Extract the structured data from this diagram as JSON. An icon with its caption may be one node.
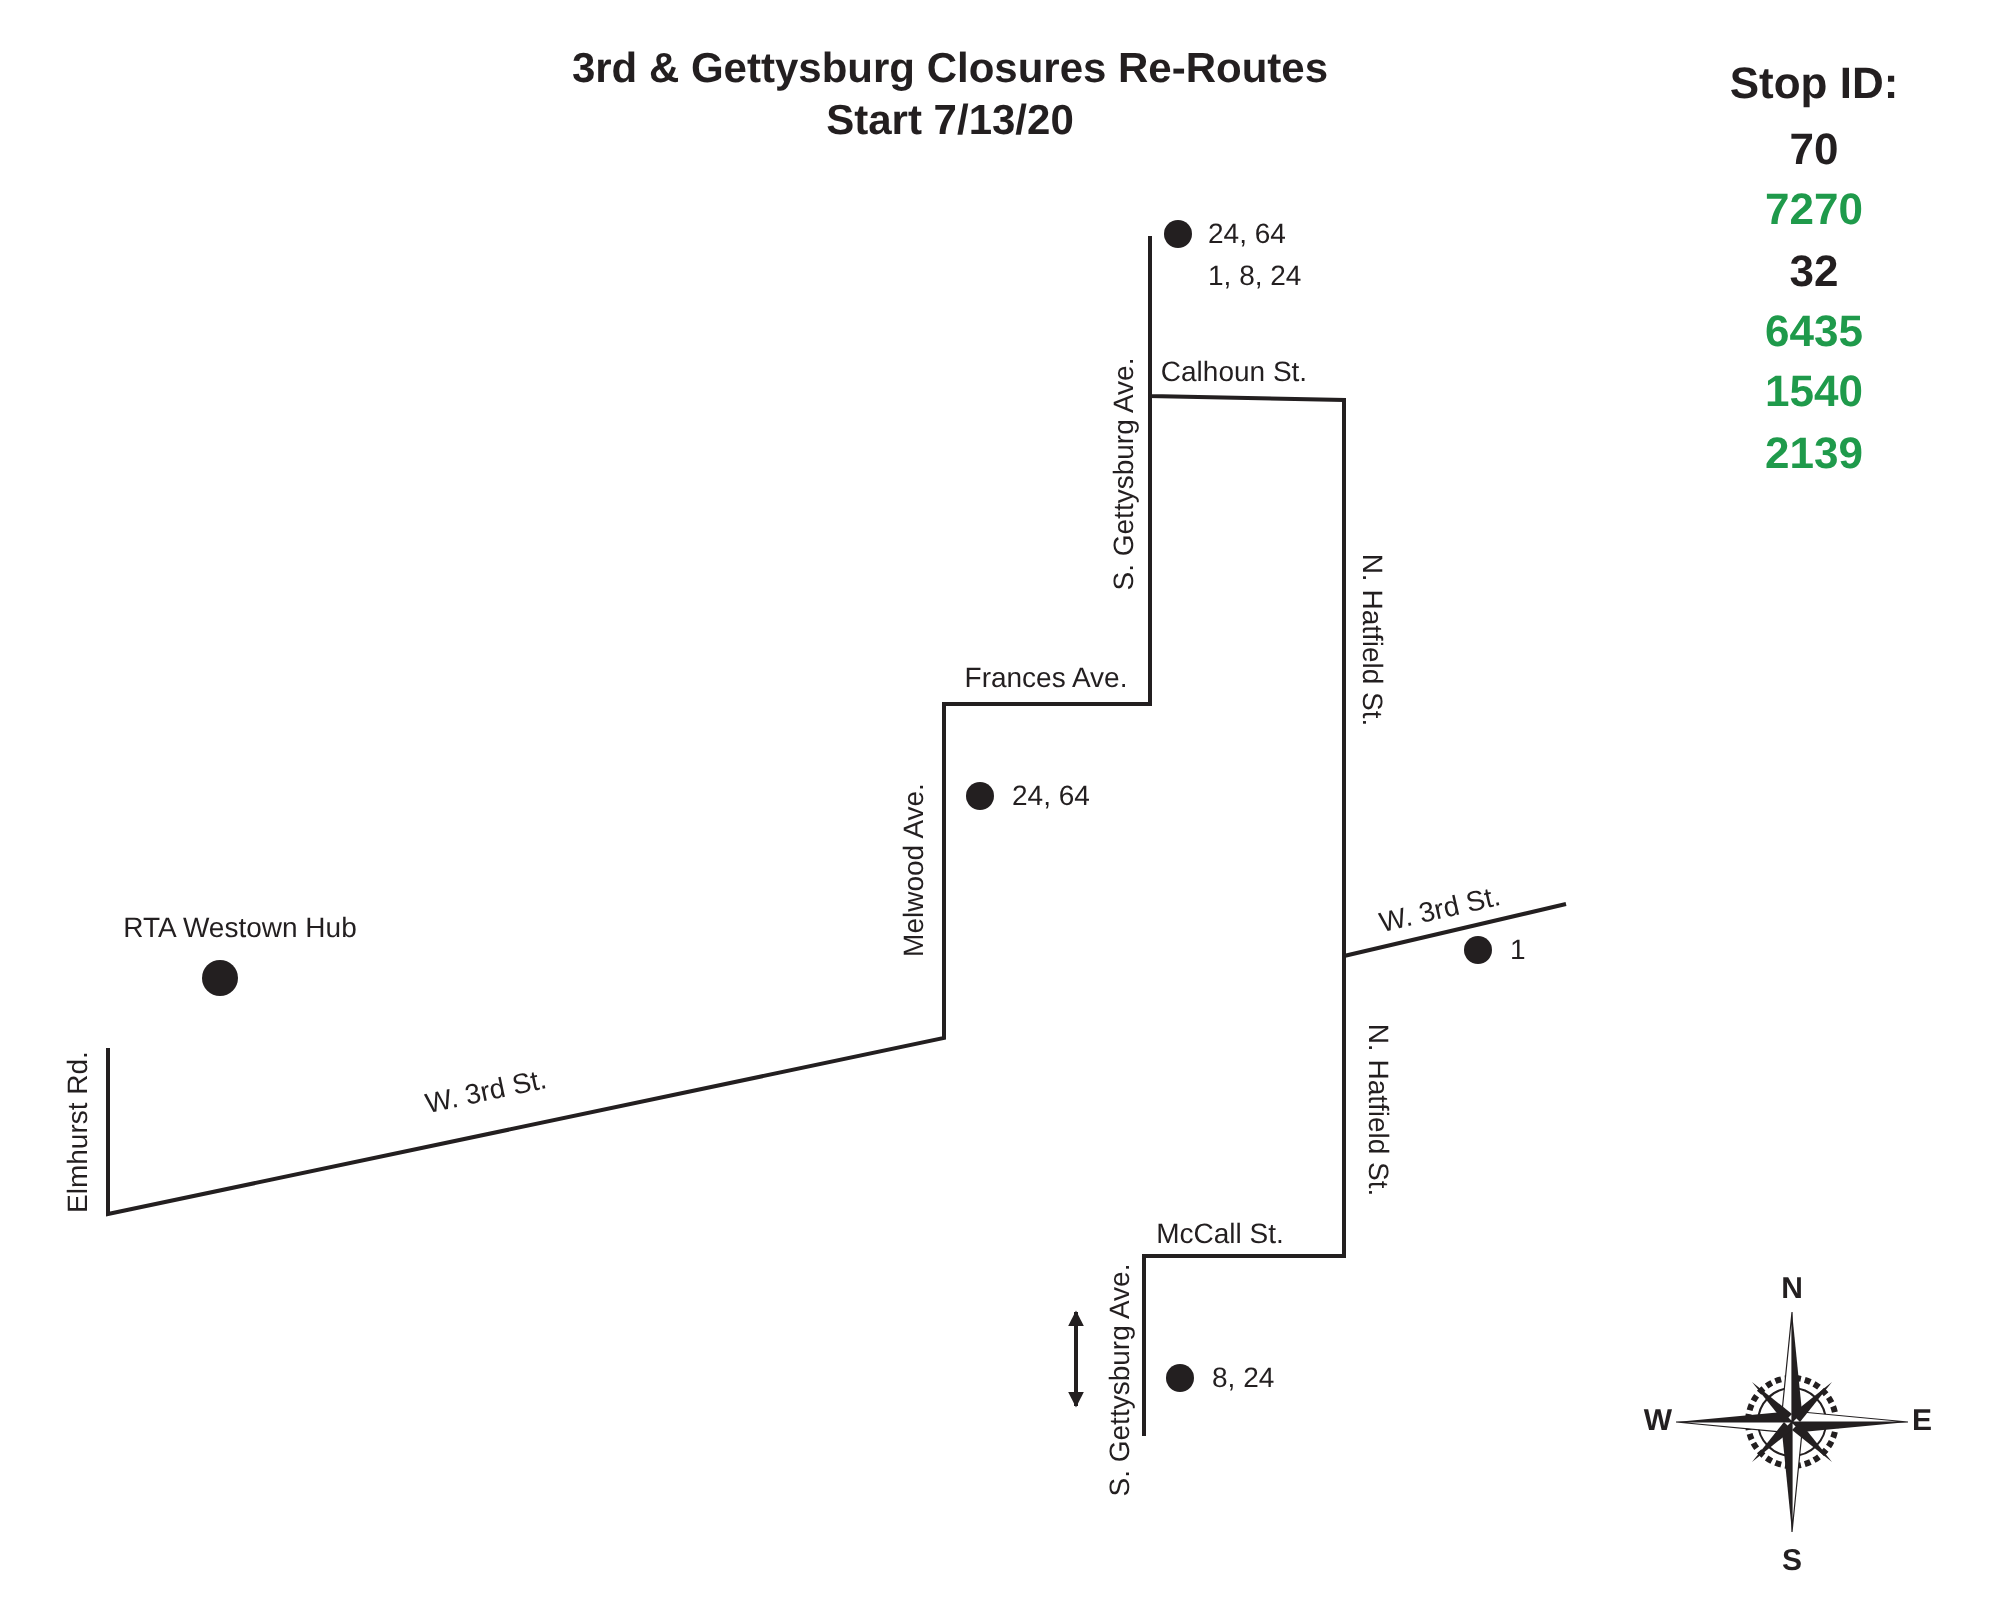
{
  "diagram": {
    "title": "3rd & Gettysburg Closures Re-Routes Start 7/13/20",
    "labels": [
      "Stop ID:",
      "70",
      "7270",
      "32",
      "6435",
      "1540",
      "2139",
      "24, 64",
      "1, 8, 24",
      "Calhoun St.",
      "S. Gettysburg Ave.",
      "N. Hatfield St.",
      "Frances Ave.",
      "24, 64",
      "Melwood Ave.",
      "W. 3rd St.",
      "1",
      "RTA Westown Hub",
      "N. Hatfield St.",
      "W. 3rd St.",
      "Elmhurst Rd.",
      "McCall St.",
      "S. Gettysburg Ave.",
      "8, 24",
      "N",
      "W",
      "E",
      "S"
    ]
  }
}
